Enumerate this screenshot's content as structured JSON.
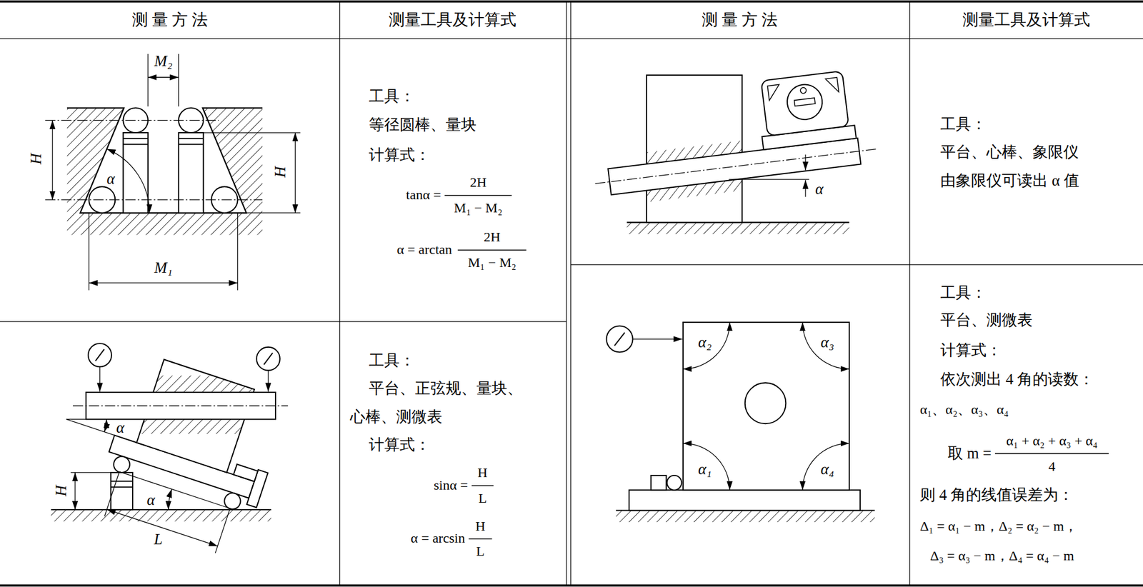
{
  "diagram": {
    "labels": [
      "测 量 方 法",
      "测量工具及计算式",
      "测 量 方 法",
      "测量工具及计算式",
      "M₂",
      "H",
      "H",
      "α",
      "M₁",
      "工具：",
      "等径圆棒、量块",
      "计算式：",
      "tanα =",
      "2H",
      "M₁ − M₂",
      "α = arctan",
      "2H",
      "M₁ − M₂",
      "α",
      "H",
      "α",
      "L",
      "工具：",
      "平台、正弦规、量块、",
      "心棒、测微表",
      "计算式：",
      "sinα =",
      "H",
      "L",
      "α = arcsin",
      "H",
      "L",
      "α",
      "工具：",
      "平台、心棒、象限仪",
      "由象限仪可读出 α 值",
      "α₂",
      "α₃",
      "α₁",
      "α₄",
      "工具：",
      "平台、测微表",
      "计算式：",
      "依次测出 4 角的读数：",
      "α₁、α₂、α₃、α₄",
      "取 m =",
      "α₁ + α₂ + α₃ + α₄",
      "4",
      "则 4 角的线值误差为：",
      "Δ₁ = α₁ − m，Δ₂ = α₂ − m，",
      "Δ₃ = α₃ − m，Δ₄ = α₄ − m"
    ]
  }
}
